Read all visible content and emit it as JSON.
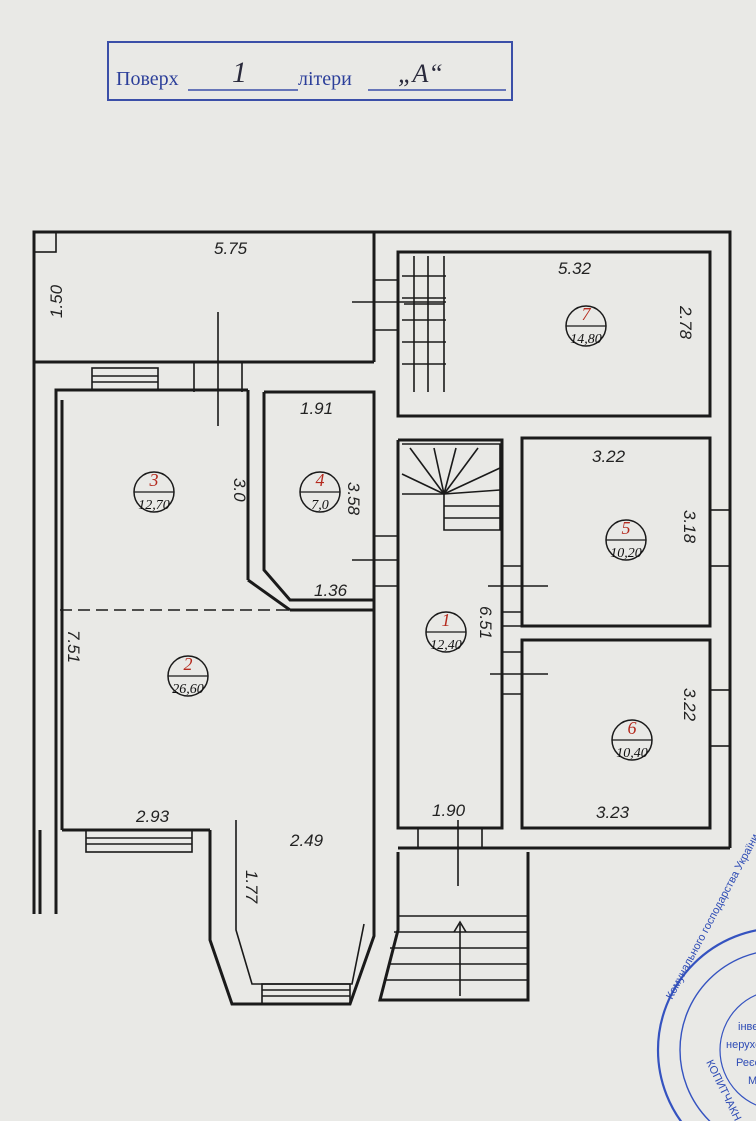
{
  "header": {
    "floor_label": "Поверх",
    "floor_value": "1",
    "letter_label": "літери",
    "letter_value": "„А“"
  },
  "rooms": [
    {
      "number": "1",
      "area": "12,40"
    },
    {
      "number": "2",
      "area": "26,60"
    },
    {
      "number": "3",
      "area": "12,70"
    },
    {
      "number": "4",
      "area": "7,0"
    },
    {
      "number": "5",
      "area": "10,20"
    },
    {
      "number": "6",
      "area": "10,40"
    },
    {
      "number": "7",
      "area": "14,80"
    }
  ],
  "dimensions": {
    "top_width": "5.75",
    "left_top": "1.50",
    "room7_width": "5.32",
    "room7_depth": "2.78",
    "room4_width": "1.91",
    "room3_depth": "3.0",
    "room4_depth": "3.58",
    "room4_bottom": "1.36",
    "room5_width": "3.22",
    "room5_depth": "3.18",
    "corridor_depth": "6.51",
    "left_depth": "7.51",
    "room6_depth": "3.22",
    "room2_bottom": "2.93",
    "room2_right": "2.49",
    "bay_depth": "1.77",
    "corridor_width": "1.90",
    "room6_width": "3.23"
  },
  "stamp": {
    "ring_text": "Комунального господарства України • Атестаційна архіт…",
    "lines": [
      "інве",
      "нерухо",
      "Реєст",
      "М"
    ],
    "bottom": "КОПИТЧАКН"
  }
}
